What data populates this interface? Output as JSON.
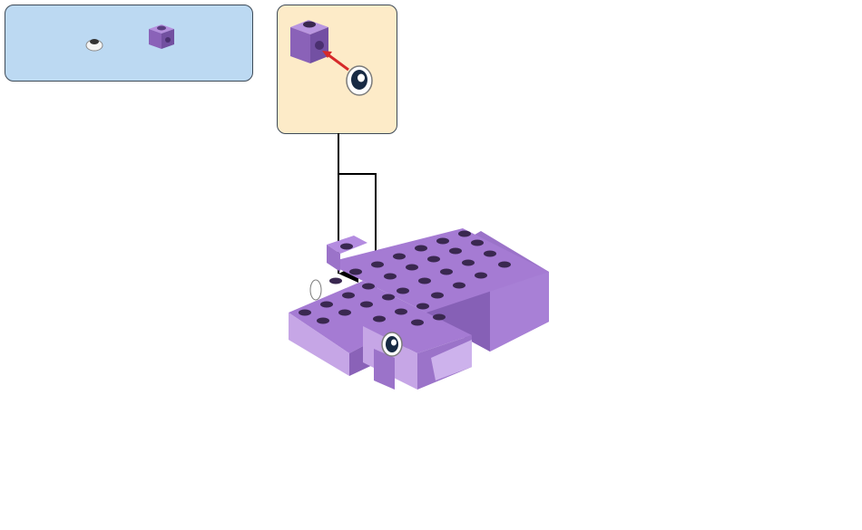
{
  "step": {
    "parts_list": [
      {
        "name": "round-tile-1x1-eye",
        "color": "#ffffff",
        "quantity": null
      },
      {
        "name": "brick-1x1-with-stud-on-side",
        "color": "#8a62b8",
        "quantity": null
      }
    ],
    "sub_assembly": {
      "parts": [
        "brick-1x1-with-stud-on-side",
        "round-tile-1x1-eye"
      ],
      "arrow_color": "#d62a2a"
    },
    "placement_count": 2,
    "model_colors": {
      "main": "#9b73c9",
      "light": "#c6a6e6",
      "dark": "#7a52aa",
      "stud_top": "#3a2850"
    }
  }
}
